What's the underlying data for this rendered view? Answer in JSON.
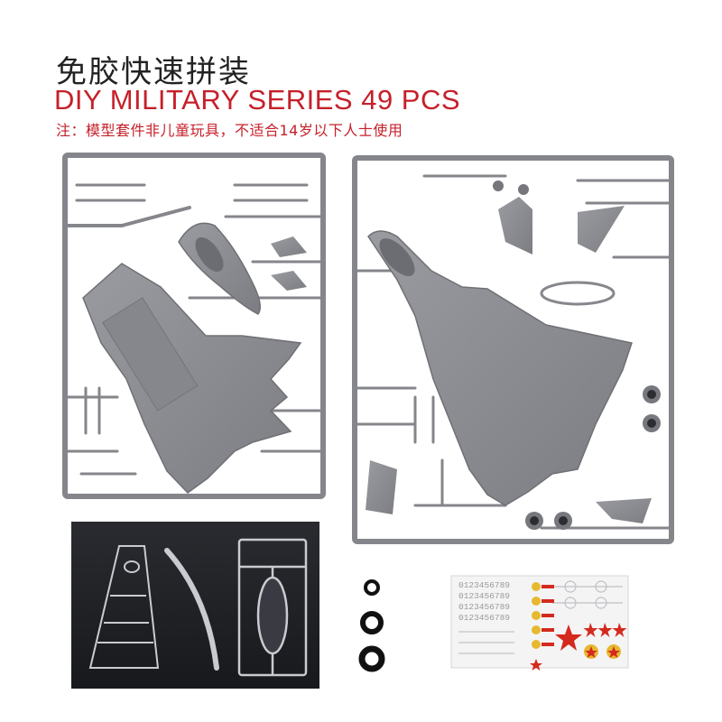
{
  "header": {
    "title_cn": "免胶快速拼装",
    "title_en": "DIY MILITARY SERIES 49 PCS",
    "note": "注：模型套件非儿童玩具，不适合14岁以下人士使用"
  },
  "decal_sheet": {
    "digits_rows": [
      "0123456789",
      "0123456789",
      "0123456789",
      "0123456789"
    ]
  },
  "colors": {
    "title_red": "#c6202a",
    "plastic_gray": "#8a8b90",
    "decal_red": "#d42a1e",
    "decal_gold": "#e6b92e"
  }
}
